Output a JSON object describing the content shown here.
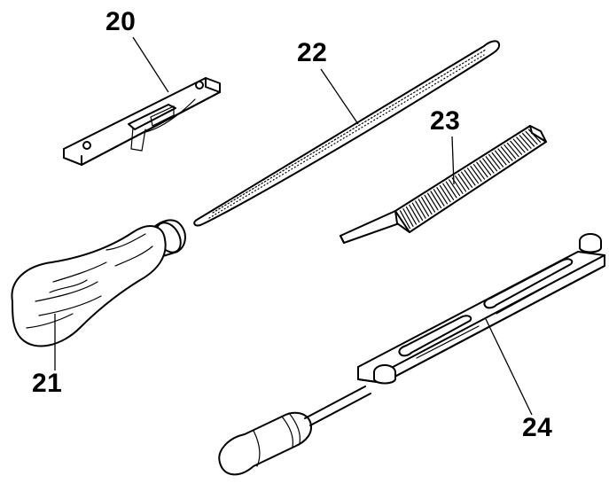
{
  "callouts": {
    "c20": "20",
    "c21": "21",
    "c22": "22",
    "c23": "23",
    "c24": "24"
  }
}
